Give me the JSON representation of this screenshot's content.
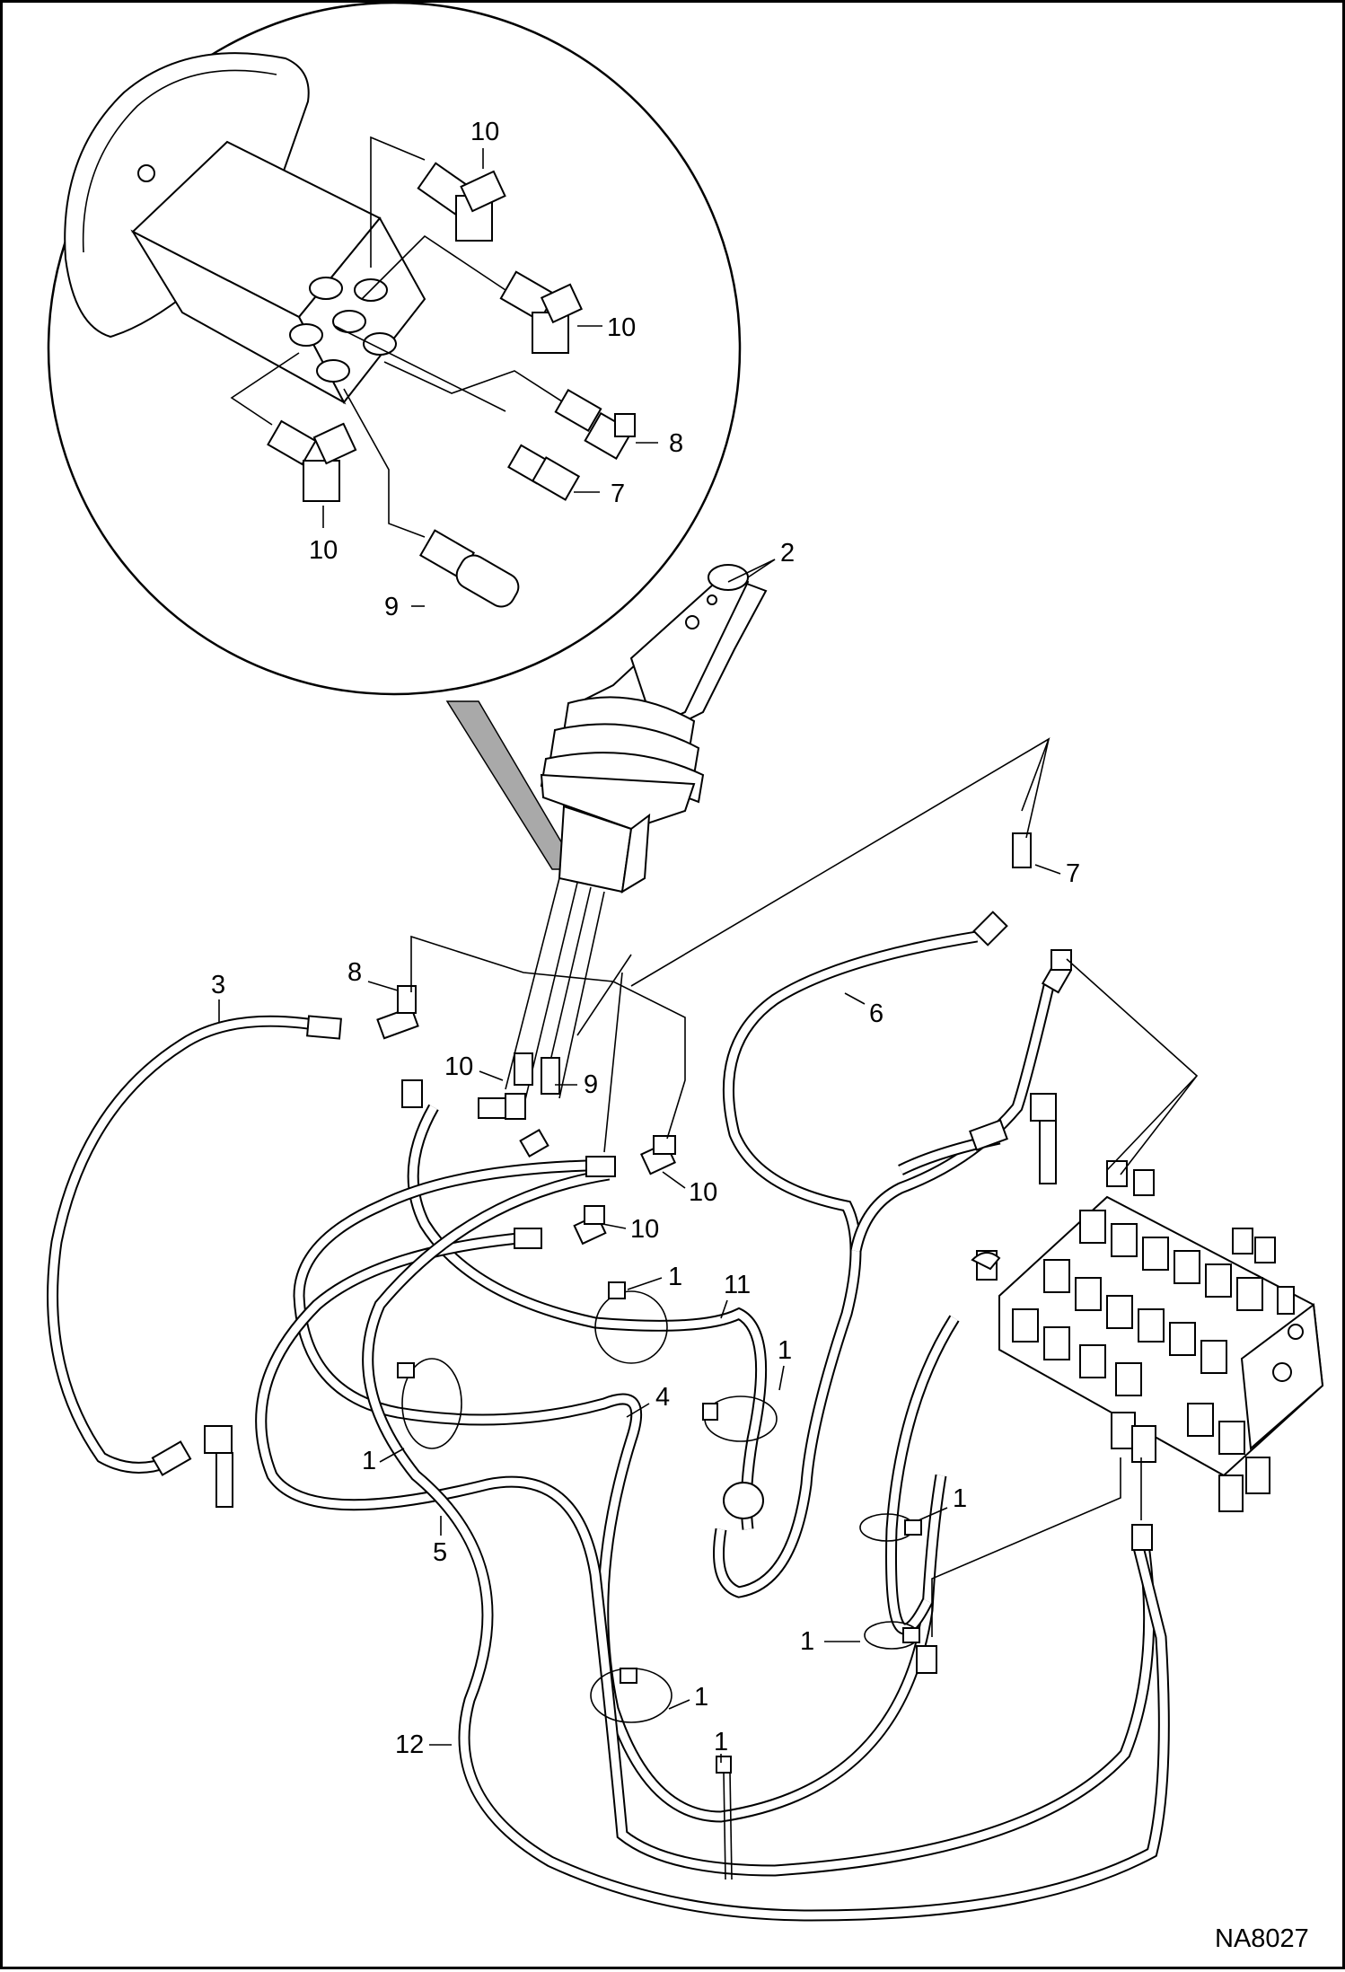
{
  "drawing_code": "NA8027",
  "callouts": [
    "2",
    "3",
    "6",
    "7",
    "8",
    "9",
    "10",
    "11",
    "1",
    "4",
    "5",
    "12"
  ]
}
